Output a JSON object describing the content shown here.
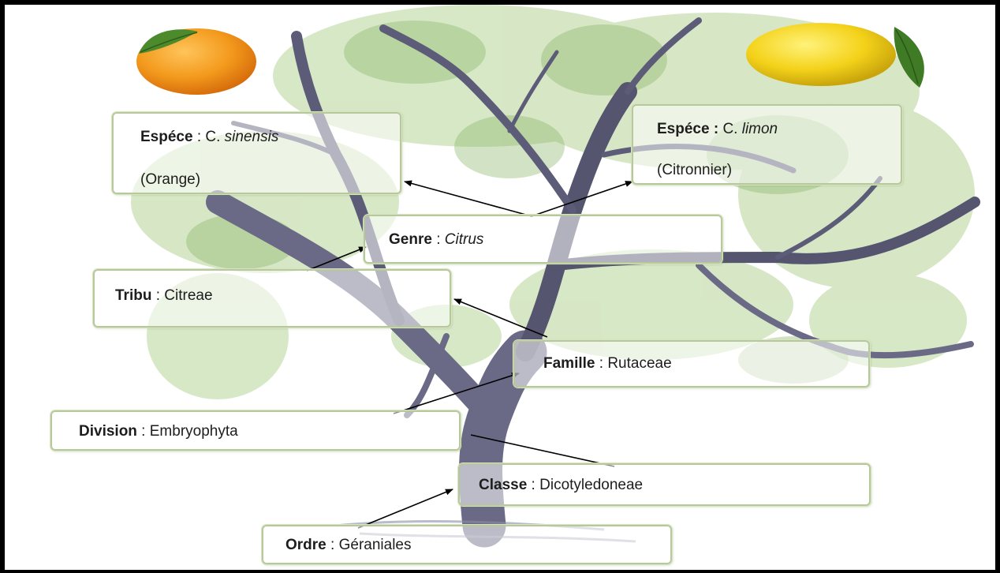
{
  "diagram": {
    "nodes": {
      "espece_orange": {
        "rank": "Espéce",
        "sep": " : ",
        "prefix": "C. ",
        "name": "sinensis",
        "common": "(Orange)"
      },
      "espece_citron": {
        "rank": "Espéce :",
        "sep": " ",
        "prefix": "C. ",
        "name": "limon",
        "common": "(Citronnier)"
      },
      "genre": {
        "rank": "Genre",
        "sep": " : ",
        "name": "Citrus"
      },
      "tribu": {
        "rank": "Tribu",
        "sep": " : ",
        "name": "Citreae"
      },
      "famille": {
        "rank": "Famille",
        "sep": " : ",
        "name": "Rutaceae"
      },
      "division": {
        "rank": "Division",
        "sep": " : ",
        "name": "Embryophyta"
      },
      "classe": {
        "rank": "Classe",
        "sep": " : ",
        "name": "Dicotyledoneae"
      },
      "ordre": {
        "rank": "Ordre",
        "sep": " : ",
        "name": "Géraniales"
      }
    },
    "edges": [
      {
        "from": "ordre",
        "to": "classe"
      },
      {
        "from": "classe",
        "to": "division"
      },
      {
        "from": "division",
        "to": "famille"
      },
      {
        "from": "famille",
        "to": "tribu"
      },
      {
        "from": "tribu",
        "to": "genre"
      },
      {
        "from": "genre",
        "to": "espece_orange"
      },
      {
        "from": "genre",
        "to": "espece_citron"
      }
    ],
    "images": [
      "orange-fruit",
      "lemon-fruit",
      "tree-illustration"
    ]
  },
  "colors": {
    "box_border": "#b7c99b",
    "foliage": "#9cc277",
    "trunk": "#5f5f7a",
    "orange": "#f39c1e",
    "lemon": "#f4d21a",
    "arrow": "#000000"
  }
}
